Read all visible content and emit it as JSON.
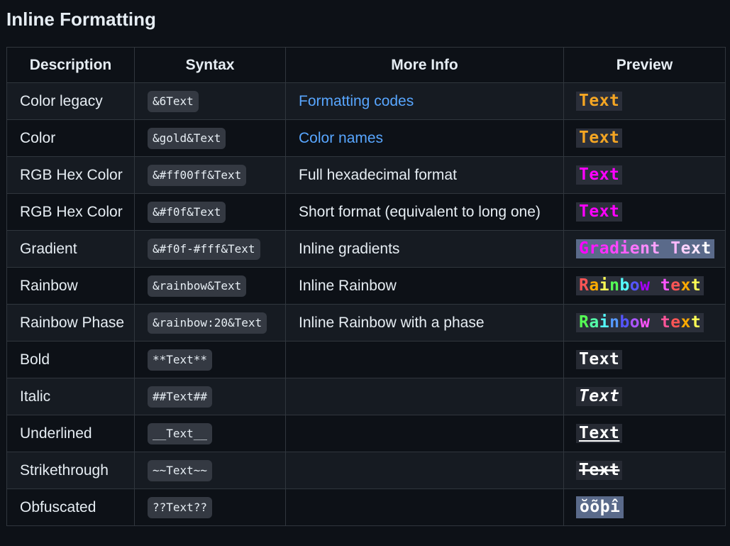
{
  "title": "Inline Formatting",
  "headers": {
    "description": "Description",
    "syntax": "Syntax",
    "more_info": "More Info",
    "preview": "Preview"
  },
  "rows": [
    {
      "description": "Color legacy",
      "syntax": "&6Text",
      "info": "Formatting codes",
      "info_is_link": true,
      "preview": "Text"
    },
    {
      "description": "Color",
      "syntax": "&gold&Text",
      "info": "Color names",
      "info_is_link": true,
      "preview": "Text"
    },
    {
      "description": "RGB Hex Color",
      "syntax": "&#ff00ff&Text",
      "info": "Full hexadecimal format",
      "preview": "Text"
    },
    {
      "description": "RGB Hex Color",
      "syntax": "&#f0f&Text",
      "info": "Short format (equivalent to long one)",
      "preview": "Text"
    },
    {
      "description": "Gradient",
      "syntax": "&#f0f-#fff&Text",
      "info": "Inline gradients",
      "preview": "Gradient Text"
    },
    {
      "description": "Rainbow",
      "syntax": "&rainbow&Text",
      "info": "Inline Rainbow",
      "preview": "Rainbow text"
    },
    {
      "description": "Rainbow Phase",
      "syntax": "&rainbow:20&Text",
      "info": "Inline Rainbow with a phase",
      "preview": "Rainbow text"
    },
    {
      "description": "Bold",
      "syntax": "**Text**",
      "info": "",
      "preview": "Text"
    },
    {
      "description": "Italic",
      "syntax": "##Text##",
      "info": "",
      "preview": "Text"
    },
    {
      "description": "Underlined",
      "syntax": "__Text__",
      "info": "",
      "preview": "Text"
    },
    {
      "description": "Strikethrough",
      "syntax": "~~Text~~",
      "info": "",
      "preview": "Text"
    },
    {
      "description": "Obfuscated",
      "syntax": "??Text??",
      "info": "",
      "preview": "ŏõþî"
    }
  ],
  "colors": {
    "link": "#58a6ff",
    "gold": "#f5a623",
    "magenta": "#ff00ff",
    "rainbow": [
      "#ff5555",
      "#ffaa00",
      "#ffff55",
      "#55ff55",
      "#55ffff",
      "#5555ff",
      "#aa00ff",
      "#ff55ff"
    ],
    "rainbow_phase": [
      "#55ff55",
      "#55ffaa",
      "#55ffff",
      "#5599ff",
      "#5555ff",
      "#aa55ff",
      "#ff55ff",
      "#ff5599",
      "#ff5555",
      "#ffaa00",
      "#ffff55",
      "#aaff55"
    ]
  }
}
